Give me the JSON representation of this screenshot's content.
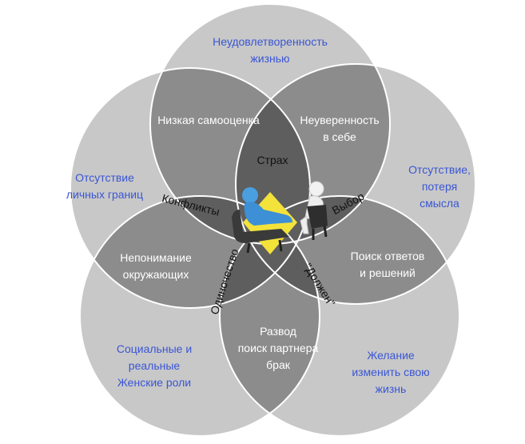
{
  "colors": {
    "outer_text": "#3a56d4",
    "inner_text": "#ffffff",
    "center_text": "#111111",
    "circle_fill": "#c8c8c8",
    "pair_overlap": "#8c8c8c",
    "triple_overlap": "#5e5e5e",
    "core": "#3f3f3f",
    "highlight": "#f2e23a"
  },
  "outer": {
    "top": [
      "Неудовлетворенность",
      "жизнью"
    ],
    "left": [
      "Отсутствие",
      "личных  границ"
    ],
    "right": [
      "Отсутствие,",
      "потеря",
      "смысла"
    ],
    "bottom_left": [
      "Социальные и",
      "реальные",
      "Женские роли"
    ],
    "bottom_right": [
      "Желание",
      "изменить свою",
      "жизнь"
    ]
  },
  "overlaps": {
    "top_left": [
      "Низкая самооценка"
    ],
    "top_right": [
      "Неуверенность",
      "в  себе"
    ],
    "left_bottom": [
      "Непонимание",
      "окружающих"
    ],
    "right_bottom": [
      "Поиск ответов",
      "и    решений"
    ],
    "bottom": [
      "Развод",
      "поиск партнера",
      "брак"
    ]
  },
  "triples": {
    "top": "Страх",
    "left": "Конфликты",
    "right": "Выбор",
    "bottom_left": "Одиночество",
    "bottom_right": "\"Должен\""
  },
  "illustration": {
    "icon": "therapist-session-icon"
  }
}
